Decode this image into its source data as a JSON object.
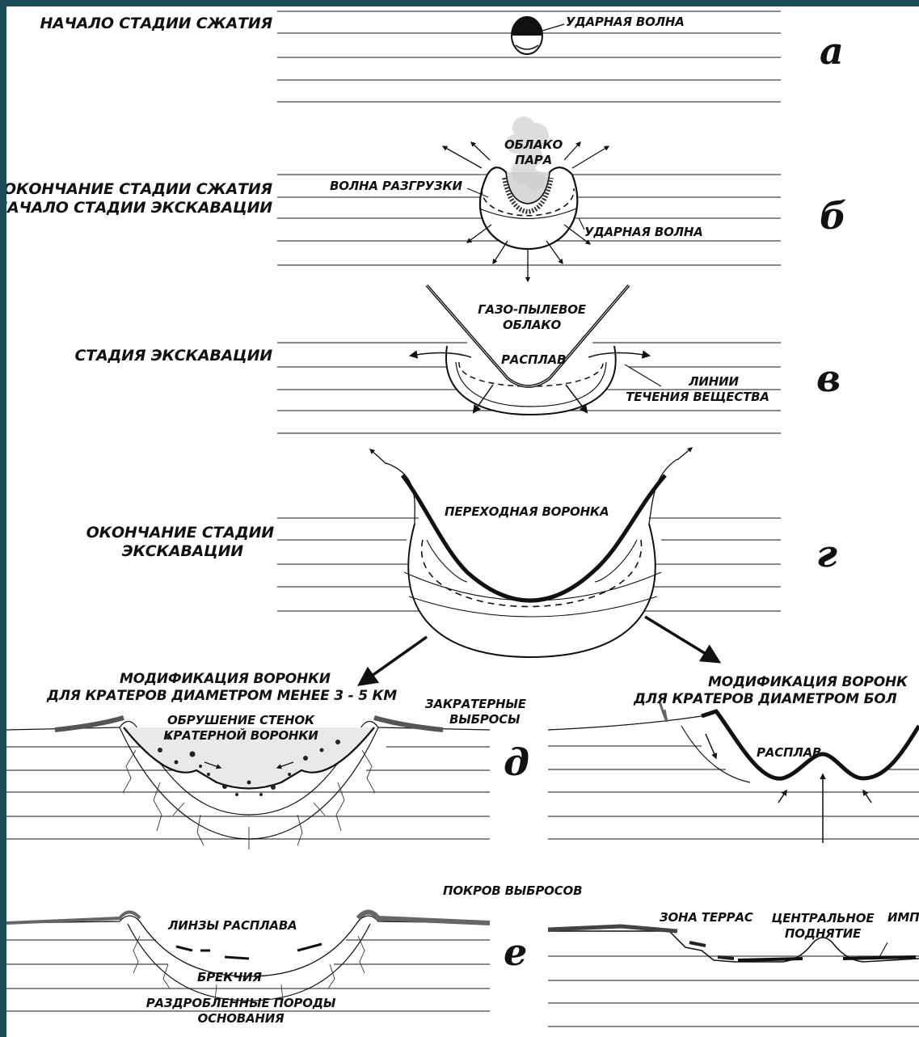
{
  "stages": {
    "a": {
      "title": "НАЧАЛО СТАДИИ СЖАТИЯ",
      "letter": "а",
      "shock_wave": "УДАРНАЯ ВОЛНА"
    },
    "b": {
      "title_line1": "ОКОНЧАНИЕ СТАДИИ СЖАТИЯ",
      "title_line2": "НАЧАЛО СТАДИИ ЭКСКАВАЦИИ",
      "letter": "б",
      "vapor_cloud_line1": "ОБЛАКО",
      "vapor_cloud_line2": "ПАРА",
      "rarefaction_wave": "ВОЛНА РАЗГРУЗКИ",
      "shock_wave": "УДАРНАЯ ВОЛНА"
    },
    "v": {
      "title": "СТАДИЯ ЭКСКАВАЦИИ",
      "letter": "в",
      "dust_cloud_line1": "ГАЗО-ПЫЛЕВОЕ",
      "dust_cloud_line2": "ОБЛАКО",
      "melt": "РАСПЛАВ",
      "flow_lines_line1": "ЛИНИИ",
      "flow_lines_line2": "ТЕЧЕНИЯ ВЕЩЕСТВА"
    },
    "g": {
      "title_line1": "ОКОНЧАНИЕ СТАДИИ",
      "title_line2": "ЭКСКАВАЦИИ",
      "letter": "г",
      "transient_crater": "ПЕРЕХОДНАЯ ВОРОНКА"
    },
    "d": {
      "letter": "д",
      "mod_small_line1": "МОДИФИКАЦИЯ  ВОРОНКИ",
      "mod_small_line2": "ДЛЯ КРАТЕРОВ ДИАМЕТРОМ МЕНЕЕ 3 - 5 КМ",
      "ejecta_line1": "ЗАКРАТЕРНЫЕ",
      "ejecta_line2": "ВЫБРОСЫ",
      "collapse_line1": "ОБРУШЕНИЕ СТЕНОК",
      "collapse_line2": "КРАТЕРНОЙ ВОРОНКИ",
      "mod_large_line1": "МОДИФИКАЦИЯ  ВОРОНК",
      "mod_large_line2": "ДЛЯ КРАТЕРОВ ДИАМЕТРОМ БОЛ",
      "melt": "РАСПЛАВ"
    },
    "e": {
      "letter": "е",
      "ejecta_blanket": "ПОКРОВ ВЫБРОСОВ",
      "melt_lenses": "ЛИНЗЫ РАСПЛАВА",
      "breccia": "БРЕКЧИЯ",
      "basement_line1": "РАЗДРОБЛЕННЫЕ ПОРОДЫ",
      "basement_line2": "ОСНОВАНИЯ",
      "terrace_zone": "ЗОНА ТЕРРАС",
      "central_uplift_line1": "ЦЕНТРАЛЬНОЕ",
      "central_uplift_line2": "ПОДНЯТИЕ",
      "impact_partial": "ИМП"
    }
  }
}
